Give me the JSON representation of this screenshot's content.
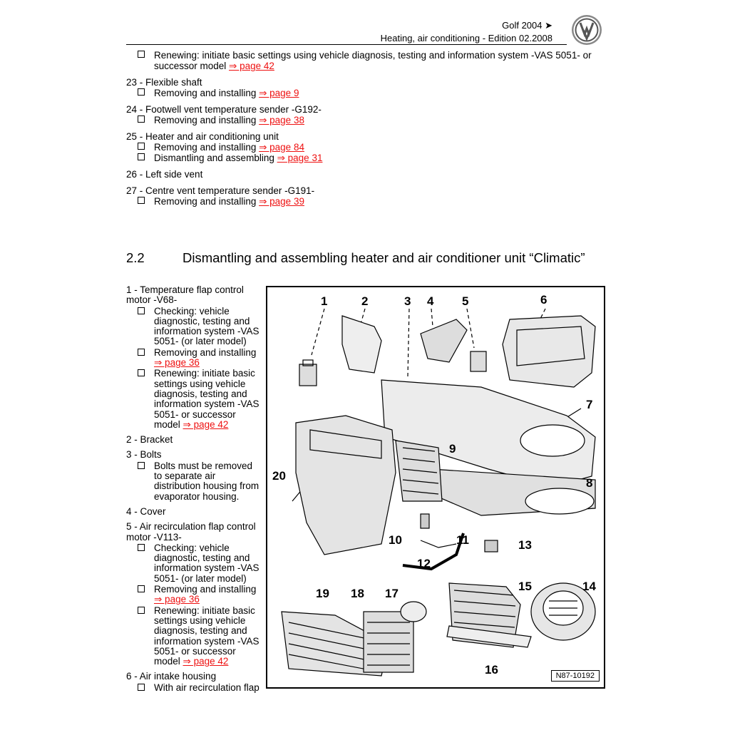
{
  "header": {
    "model": "Golf 2004 ➤",
    "subtitle": "Heating, air conditioning - Edition 02.2008",
    "logo": "vw-logo"
  },
  "top_items": [
    {
      "title": "",
      "subs": [
        {
          "text": "Renewing: initiate basic settings using vehicle diagnosis, testing and information system -VAS 5051- or successor model ",
          "link": "⇒ page 42"
        }
      ]
    },
    {
      "title": "23 - Flexible shaft",
      "subs": [
        {
          "text": "Removing and installing ",
          "link": "⇒ page 9"
        }
      ]
    },
    {
      "title": "24 - Footwell vent temperature sender -G192-",
      "subs": [
        {
          "text": "Removing and installing ",
          "link": "⇒ page 38"
        }
      ]
    },
    {
      "title": "25 - Heater and air conditioning unit",
      "subs": [
        {
          "text": "Removing and installing ",
          "link": "⇒ page 84"
        },
        {
          "text": "Dismantling and assembling ",
          "link": "⇒ page 31"
        }
      ]
    },
    {
      "title": "26 - Left side vent",
      "subs": []
    },
    {
      "title": "27 - Centre vent temperature sender -G191-",
      "subs": [
        {
          "text": "Removing and installing ",
          "link": "⇒ page 39"
        }
      ]
    }
  ],
  "section": {
    "number": "2.2",
    "title": "Dismantling and assembling heater and air conditioner unit “Climatic”"
  },
  "left_items": [
    {
      "title": "1 - Temperature flap control motor -V68-",
      "subs": [
        {
          "text": "Checking: vehicle diagnostic, testing and information system -VAS 5051- (or later model)",
          "link": ""
        },
        {
          "text": "Removing and installing ",
          "link": "⇒ page 36"
        },
        {
          "text": "Renewing: initiate basic settings using vehicle diagnosis, testing and information system -VAS 5051- or successor model ",
          "link": "⇒ page 42"
        }
      ]
    },
    {
      "title": "2 - Bracket",
      "subs": []
    },
    {
      "title": "3 - Bolts",
      "subs": [
        {
          "text": "Bolts must be removed to separate air distribution housing from evaporator housing.",
          "link": ""
        }
      ]
    },
    {
      "title": "4 - Cover",
      "subs": []
    },
    {
      "title": "5 - Air recirculation flap control motor -V113-",
      "subs": [
        {
          "text": "Checking: vehicle diagnostic, testing and information system -VAS 5051- (or later model)",
          "link": ""
        },
        {
          "text": "Removing and installing ",
          "link": "⇒ page 36"
        },
        {
          "text": "Renewing: initiate basic settings using vehicle diagnosis, testing and information system -VAS 5051- or successor model ",
          "link": "⇒ page 42"
        }
      ]
    },
    {
      "title": "6 - Air intake housing",
      "subs": [
        {
          "text": "With air recirculation flap",
          "link": ""
        }
      ]
    }
  ],
  "figure": {
    "callouts": [
      "1",
      "2",
      "3",
      "4",
      "5",
      "6",
      "7",
      "8",
      "9",
      "10",
      "11",
      "12",
      "13",
      "14",
      "15",
      "16",
      "17",
      "18",
      "19",
      "20"
    ],
    "code": "N87-10192"
  }
}
